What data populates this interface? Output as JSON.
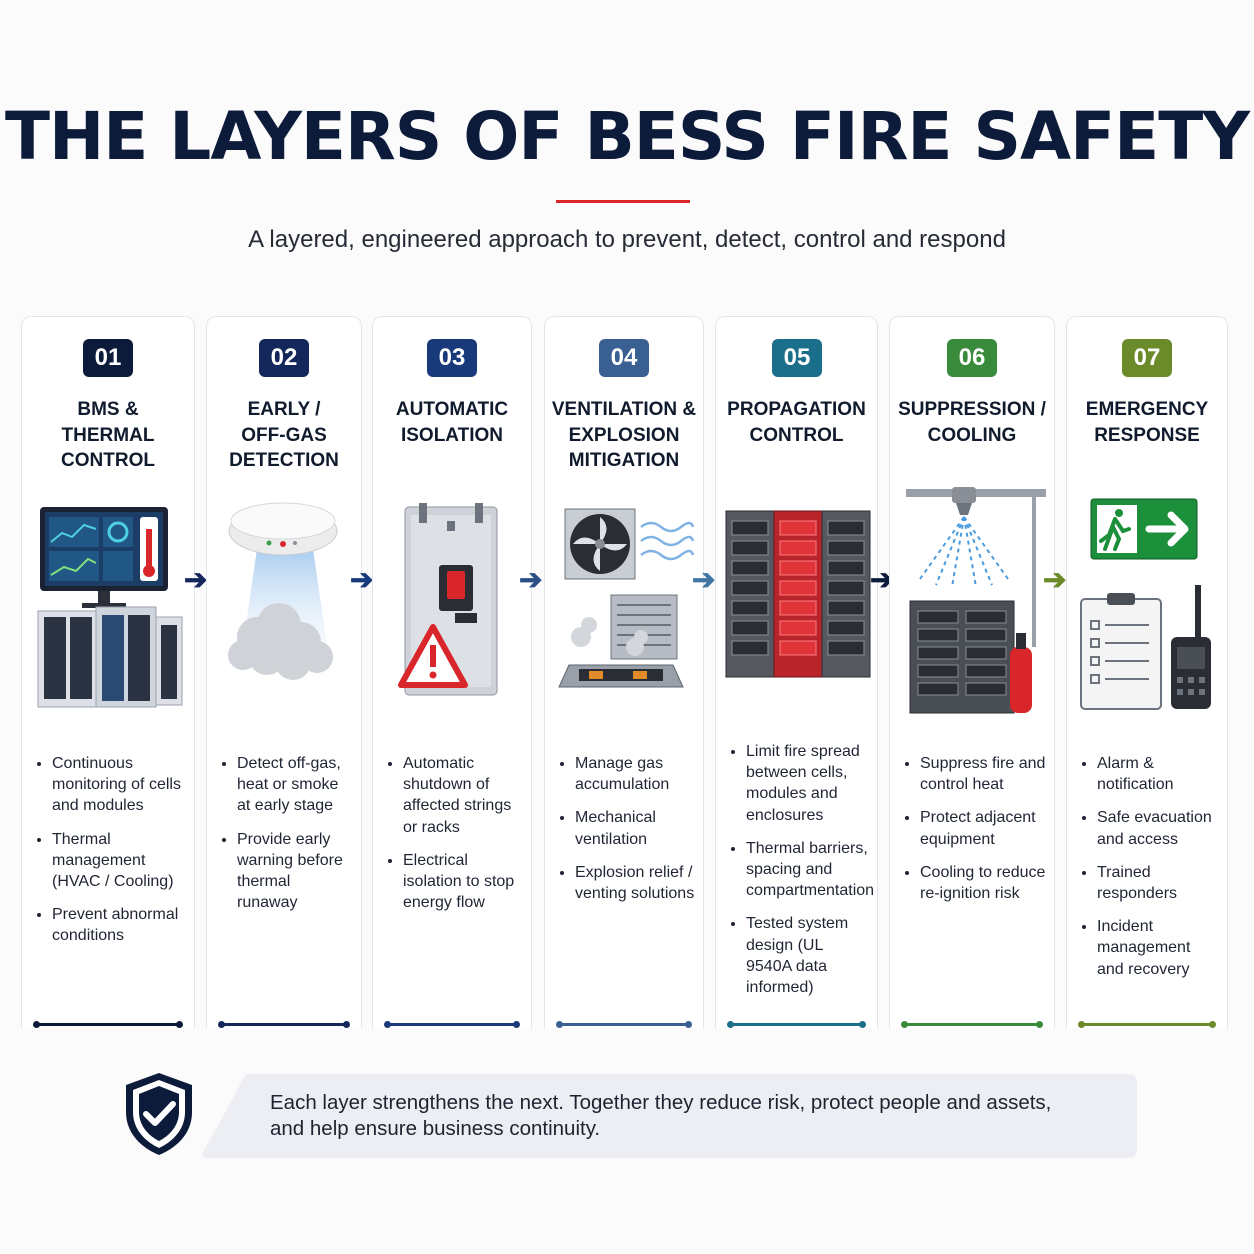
{
  "title": "THE LAYERS OF BESS FIRE SAFETY",
  "subtitle": "A layered, engineered approach to prevent, detect, control and respond",
  "layers": [
    {
      "number": "01",
      "title": "BMS &\nTHERMAL\nCONTROL",
      "color": "#0d1b3a",
      "bullets": [
        "Continuous monitoring of cells and modules",
        "Thermal management (HVAC / Cooling)",
        "Prevent abnormal conditions"
      ]
    },
    {
      "number": "02",
      "title": "EARLY /\nOFF-GAS\nDETECTION",
      "color": "#13275a",
      "bullets": [
        "Detect off-gas, heat or smoke at early stage",
        "Provide early warning before thermal runaway"
      ]
    },
    {
      "number": "03",
      "title": "AUTOMATIC\nISOLATION",
      "color": "#183a7a",
      "bullets": [
        "Automatic shutdown of affected strings or racks",
        "Electrical isolation to stop energy flow"
      ]
    },
    {
      "number": "04",
      "title": "VENTILATION &\nEXPLOSION\nMITIGATION",
      "color": "#3a5f93",
      "bullets": [
        "Manage gas accumulation",
        "Mechanical ventilation",
        "Explosion relief / venting solutions"
      ]
    },
    {
      "number": "05",
      "title": "PROPAGATION\nCONTROL",
      "color": "#1b6f8a",
      "bullets": [
        "Limit fire spread between cells, modules and enclosures",
        "Thermal barriers, spacing and compartmentation",
        "Tested system design (UL 9540A data informed)"
      ]
    },
    {
      "number": "06",
      "title": "SUPPRESSION /\nCOOLING",
      "color": "#3a8a3c",
      "bullets": [
        "Suppress fire and control heat",
        "Protect adjacent equipment",
        "Cooling to reduce re-ignition risk"
      ]
    },
    {
      "number": "07",
      "title": "EMERGENCY\nRESPONSE",
      "color": "#6b8a2a",
      "bullets": [
        "Alarm & notification",
        "Safe evacuation and access",
        "Trained responders",
        "Incident management and recovery"
      ]
    }
  ],
  "illustrations": [
    "monitor-and-battery-racks",
    "smoke-detector",
    "isolation-switch-with-warning",
    "ventilation-fan-and-louver",
    "battery-racks-red-middle",
    "sprinkler-and-extinguisher",
    "exit-sign-clipboard-radio"
  ],
  "footer": {
    "text_line1": "Each layer strengthens the next.  Together they reduce risk, protect people and assets,",
    "text_line2": "and help ensure business continuity."
  },
  "colors": {
    "title": "#0d1b3a",
    "accent_red": "#d8262b"
  }
}
